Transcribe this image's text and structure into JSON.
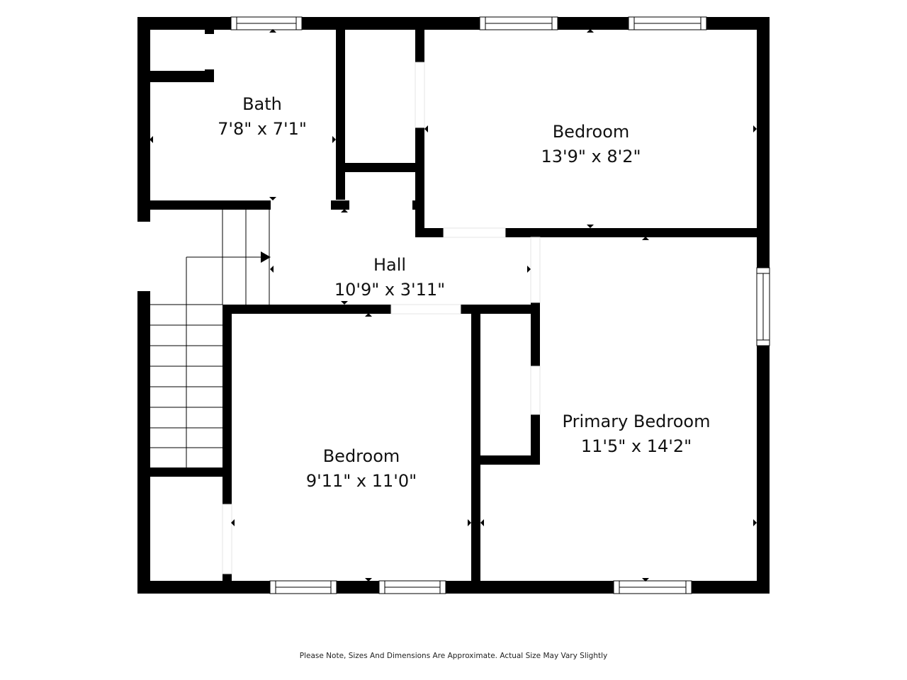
{
  "floorplan": {
    "rooms": [
      {
        "name": "Bath",
        "dimensions": "7'8\" x 7'1\""
      },
      {
        "name": "Bedroom",
        "dimensions": "13'9\" x 8'2\""
      },
      {
        "name": "Hall",
        "dimensions": "10'9\" x 3'11\""
      },
      {
        "name": "Bedroom",
        "dimensions": "9'11\" x 11'0\""
      },
      {
        "name": "Primary Bedroom",
        "dimensions": "11'5\" x 14'2\""
      }
    ],
    "note": "Please Note, Sizes And Dimensions Are Approximate. Actual Size May Vary Slightly",
    "colors": {
      "wall": "#000000",
      "background": "#ffffff",
      "text": "#111111"
    }
  }
}
